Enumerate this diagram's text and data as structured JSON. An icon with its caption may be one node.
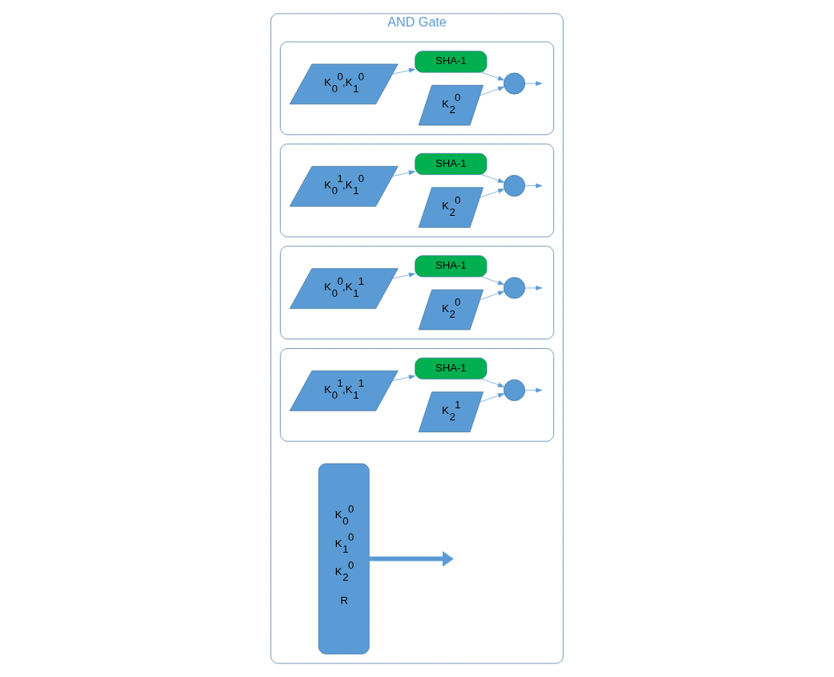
{
  "diagram": {
    "nodes": [
      {
        "text": [
          "AND Gate"
        ]
      },
      {
        "text": [
          "K$_{0}$$^{0}$ K$_{1}$$^{0}$ K$_{2}$$^{0}$ R"
        ],
        "in": 0
      },
      {
        "text": [],
        "shape": "box",
        "in": 0
      },
      {
        "text": [
          "K$_{0}$$^{0}$,K$_{1}$$^{0}$"
        ],
        "in": 2
      },
      {
        "text": [
          "SHA-1"
        ],
        "in": 2
      },
      {
        "text": [
          "K$_{2}$$^{0}$"
        ],
        "in": 2
      },
      {
        "text": [],
        "shape": "circle",
        "in": 2
      },
      {
        "text": [],
        "shape": "box",
        "in": 0
      },
      {
        "text": [
          "K$_{0}$$^{1}$,K$_{1}$$^{0}$"
        ],
        "in": 7
      },
      {
        "text": [
          "SHA-1"
        ],
        "in": 7
      },
      {
        "text": [
          "K$_{2}$$^{0}$"
        ],
        "in": 7
      },
      {
        "text": [],
        "shape": "circle",
        "in": 7
      },
      {
        "text": [],
        "shape": "box",
        "in": 0
      },
      {
        "text": [
          "K$_{0}$$^{0}$,K$_{1}$$^{1}$"
        ],
        "in": 12
      },
      {
        "text": [
          "SHA-1"
        ],
        "in": 12
      },
      {
        "text": [
          "K$_{2}$$^{0}$"
        ],
        "in": 12
      },
      {
        "text": [],
        "shape": "circle",
        "in": 12
      },
      {
        "text": [],
        "shape": "box",
        "in": 0
      },
      {
        "text": [
          "K$_{0}$$^{1}$,K$_{1}$$^{1}$"
        ],
        "in": 17
      },
      {
        "text": [
          "SHA-1"
        ],
        "in": 17
      },
      {
        "text": [
          "K$_{2}$$^{1}$"
        ],
        "in": 17
      },
      {
        "text": [],
        "shape": "circle",
        "in": 17
      }
    ],
    "edges": [
      {
        "from": 1,
        "to": null,
        "arrow": "to",
        "style": "thick"
      },
      {
        "from": 3,
        "to": 4,
        "arrow": "to"
      },
      {
        "from": 4,
        "to": 6,
        "arrow": "to"
      },
      {
        "from": 5,
        "to": 6,
        "arrow": "to"
      },
      {
        "from": 6,
        "to": null,
        "arrow": "to"
      },
      {
        "from": 8,
        "to": 9,
        "arrow": "to"
      },
      {
        "from": 9,
        "to": 11,
        "arrow": "to"
      },
      {
        "from": 10,
        "to": 11,
        "arrow": "to"
      },
      {
        "from": 11,
        "to": null,
        "arrow": "to"
      },
      {
        "from": 13,
        "to": 14,
        "arrow": "to"
      },
      {
        "from": 14,
        "to": 16,
        "arrow": "to"
      },
      {
        "from": 15,
        "to": 16,
        "arrow": "to"
      },
      {
        "from": 16,
        "to": null,
        "arrow": "to"
      },
      {
        "from": 18,
        "to": 19,
        "arrow": "to"
      },
      {
        "from": 19,
        "to": 21,
        "arrow": "to"
      },
      {
        "from": 20,
        "to": 21,
        "arrow": "to"
      },
      {
        "from": 21,
        "to": null,
        "arrow": "to"
      }
    ]
  }
}
